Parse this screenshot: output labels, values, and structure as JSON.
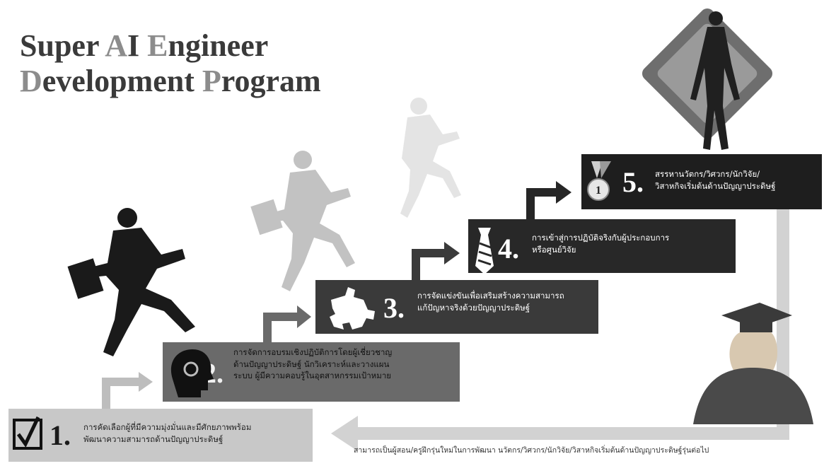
{
  "title": {
    "line1": {
      "a": "Super ",
      "b": "A",
      "c": "I ",
      "d": "E",
      "e": "ngineer"
    },
    "line2": {
      "a": "D",
      "b": "evelopment ",
      "c": "P",
      "d": "rogram"
    }
  },
  "steps": [
    {
      "number": "1.",
      "icon": "checkbox-icon",
      "line1": "การคัดเลือกผู้ที่มีความมุ่งมั่นและมีศักยภาพพร้อม",
      "line2": "พัฒนาความสามารถด้านปัญญาประดิษฐ์"
    },
    {
      "number": "2.",
      "icon": "head-gear-icon",
      "line1": "การจัดการอบรมเชิงปฏิบัติการโดยผู้เชี่ยวชาญ",
      "line2": "ด้านปัญญาประดิษฐ์ นักวิเคราะห์และวางแผน",
      "line3": "ระบบ ผู้มีความคอบรู้ในอุตสาหกรรมเป้าหมาย"
    },
    {
      "number": "3.",
      "icon": "puzzle-icon",
      "line1": "การจัดแข่งขันเพื่อเสริมสร้างความสามารถ",
      "line2": "แก้ปัญหาจริงด้วยปัญญาประดิษฐ์"
    },
    {
      "number": "4.",
      "icon": "tie-icon",
      "line1": "การเข้าสู่การปฏิบัติจริงกับผู้ประกอบการ",
      "line2": "หรือศูนย์วิจัย"
    },
    {
      "number": "5.",
      "icon": "medal-icon",
      "medal_text": "1",
      "line1": "สรรหานวัตกร/วิศวกร/นักวิจัย/",
      "line2": "วิสาหกิจเริ่มต้นด้านปัญญาประดิษฐ์"
    }
  ],
  "caption": "สามารถเป็นผู้สอน/ครูฝึกรุ่นใหม่ในการพัฒนา นวัตกร/วิศวกร/นักวิจัย/วิสาหกิจเริ่มต้นด้านปัญญาประดิษฐ์รุ่นต่อไป",
  "colors": {
    "step1": "#c8c8c8",
    "step2": "#6a6a6a",
    "step3": "#3a3a3a",
    "step4": "#282828",
    "step5": "#1e1e1e",
    "return_arrow": "#d0d0d0"
  }
}
